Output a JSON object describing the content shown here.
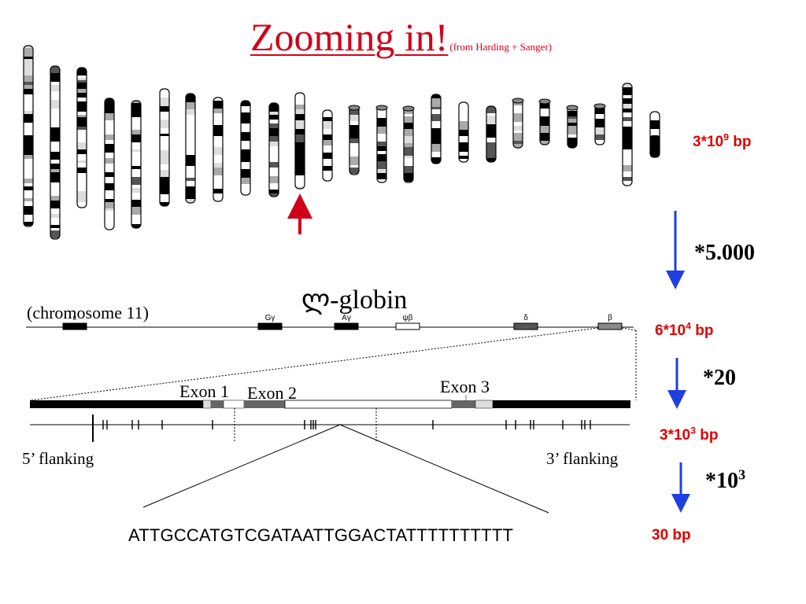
{
  "title": {
    "main": "Zooming in!",
    "sub": "(from Harding + Sanger)"
  },
  "scale": {
    "genome": {
      "base": "3*10",
      "exp": "9",
      "unit": " bp"
    },
    "locus": {
      "base": "6*10",
      "exp": "4",
      "unit": " bp"
    },
    "gene": {
      "base": "3*10",
      "exp": "3",
      "unit": " bp"
    },
    "seq": "30 bp"
  },
  "factors": {
    "f1": "*5.000",
    "f2": "*20",
    "f3": {
      "base": "*10",
      "exp": "3"
    }
  },
  "locus": {
    "chromosome_label": "(chromosome 11)",
    "cluster_label": "ლ-globin",
    "genes": [
      {
        "label": "ε",
        "fill": "#000000"
      },
      {
        "label": "Gγ",
        "fill": "#000000"
      },
      {
        "label": "Aγ",
        "fill": "#000000"
      },
      {
        "label": "ψβ",
        "fill": "#ffffff"
      },
      {
        "label": "δ",
        "fill": "#555555"
      },
      {
        "label": "β",
        "fill": "#888888"
      }
    ]
  },
  "gene_structure": {
    "exon1": "Exon 1",
    "exon2": "Exon 2",
    "exon3": "Exon 3",
    "flank5": "5’ flanking",
    "flank3": "3’ flanking"
  },
  "sequence": "ATTGCCATGTCGATAATTGGACTATTTTTTTTTT",
  "colors": {
    "red": "#e00000",
    "blue": "#1f3fe0",
    "title_red": "#d0021b"
  }
}
